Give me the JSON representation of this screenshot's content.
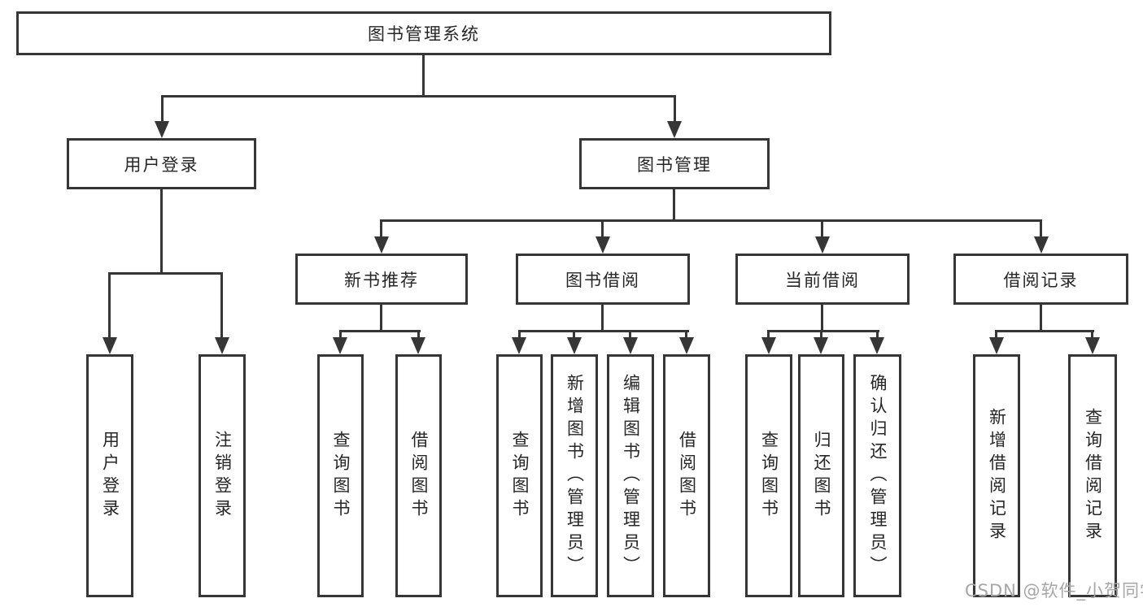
{
  "tree": {
    "root": {
      "label": "图书管理系统"
    },
    "branches": [
      {
        "label": "用户登录",
        "children": [
          {
            "label": "用户登录"
          },
          {
            "label": "注销登录"
          }
        ]
      },
      {
        "label": "图书管理",
        "children": [
          {
            "label": "新书推荐",
            "children": [
              {
                "label": "查询图书"
              },
              {
                "label": "借阅图书"
              }
            ]
          },
          {
            "label": "图书借阅",
            "children": [
              {
                "label": "查询图书"
              },
              {
                "label": "新增图书（管理员）"
              },
              {
                "label": "编辑图书（管理员）"
              },
              {
                "label": "借阅图书"
              }
            ]
          },
          {
            "label": "当前借阅",
            "children": [
              {
                "label": "查询图书"
              },
              {
                "label": "归还图书"
              },
              {
                "label": "确认归还（管理员）"
              }
            ]
          },
          {
            "label": "借阅记录",
            "children": [
              {
                "label": "新增借阅记录"
              },
              {
                "label": "查询借阅记录"
              }
            ]
          }
        ]
      }
    ]
  },
  "watermark": {
    "text": "CSDN @软件_小贺同学"
  },
  "colors": {
    "line": "#363636",
    "text": "#262626",
    "background": "#ffffff",
    "watermark": "#a6a6a6"
  }
}
